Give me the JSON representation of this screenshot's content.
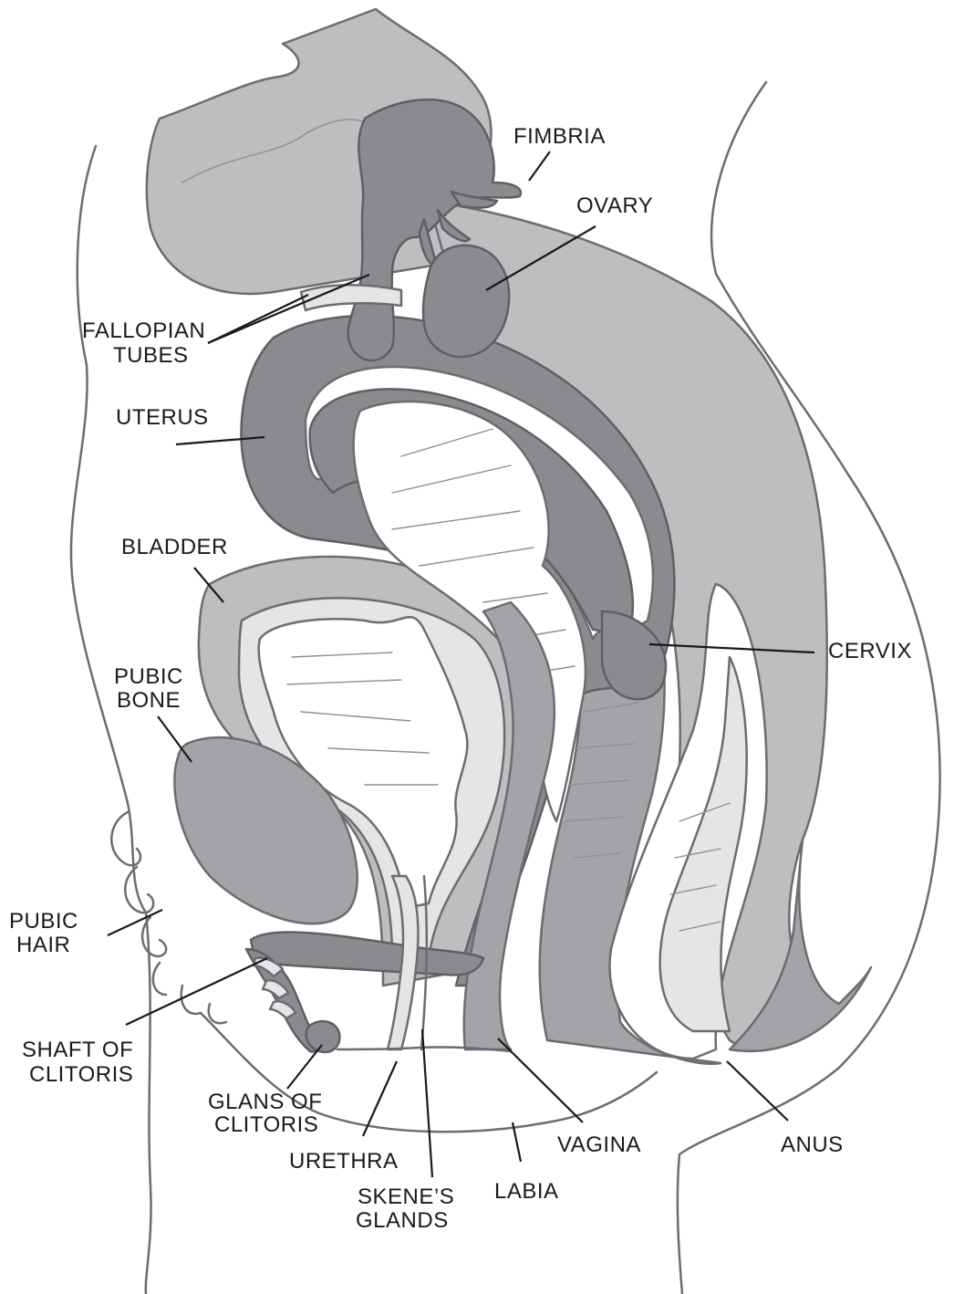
{
  "labels": {
    "fimbria": "FIMBRIA",
    "ovary": "OVARY",
    "fallopian_1": "FALLOPIAN",
    "fallopian_2": "TUBES",
    "uterus": "UTERUS",
    "bladder": "BLADDER",
    "pubic_bone_1": "PUBIC",
    "pubic_bone_2": "BONE",
    "cervix": "CERVIX",
    "pubic_hair_1": "PUBIC",
    "pubic_hair_2": "HAIR",
    "shaft_1": "SHAFT OF",
    "shaft_2": "CLITORIS",
    "glans_1": "GLANS OF",
    "glans_2": "CLITORIS",
    "urethra": "URETHRA",
    "vagina": "VAGINA",
    "anus": "ANUS",
    "skenes_1": "SKENE’S",
    "skenes_2": "GLANDS",
    "labia": "LABIA"
  },
  "colors": {
    "light_tissue": "#bdbec0",
    "mid_tissue": "#a3a4a7",
    "dark_tissue": "#8a8b8f",
    "pale_tissue": "#e4e5e6",
    "outline": "#6b6d70",
    "label_text": "#1a1a1a"
  }
}
